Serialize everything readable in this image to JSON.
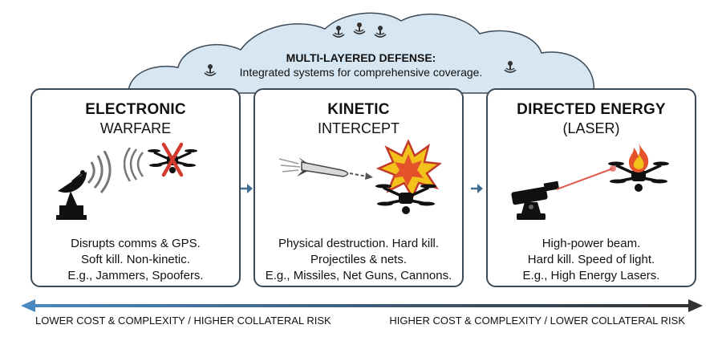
{
  "header": {
    "title": "MULTI-LAYERED DEFENSE:",
    "subtitle": "Integrated systems for comprehensive coverage."
  },
  "panels": [
    {
      "title_line1": "ELECTRONIC",
      "title_line2": "WARFARE",
      "desc": [
        "Disrupts comms & GPS.",
        "Soft kill. Non-kinetic.",
        "E.g., Jammers, Spoofers."
      ]
    },
    {
      "title_line1": "KINETIC",
      "title_line2": "INTERCEPT",
      "desc": [
        "Physical destruction. Hard kill.",
        "Projectiles & nets.",
        "E.g., Missiles, Net Guns, Cannons."
      ]
    },
    {
      "title_line1": "DIRECTED ENERGY",
      "title_line2": "(LASER)",
      "desc": [
        "High-power beam.",
        "Hard kill. Speed of light.",
        "E.g., High Energy Lasers."
      ]
    }
  ],
  "scale": {
    "left_label": "LOWER COST & COMPLEXITY / HIGHER COLLATERAL RISK",
    "right_label": "HIGHER COST & COMPLEXITY / LOWER COLLATERAL RISK"
  },
  "colors": {
    "cloud_fill": "#d6e6f2",
    "panel_border": "#3c4a57",
    "flow_arrow": "#3f6e95",
    "scale_start": "#4a88c0",
    "scale_end": "#333333",
    "explosion": "#f2c21b",
    "laser": "#e05a4f"
  },
  "icons": [
    "satellite-dish-icon",
    "signal-waves-icon",
    "drone-icon",
    "cross-icon",
    "missile-icon",
    "explosion-icon",
    "laser-cannon-icon",
    "fire-icon",
    "antenna-icon"
  ]
}
